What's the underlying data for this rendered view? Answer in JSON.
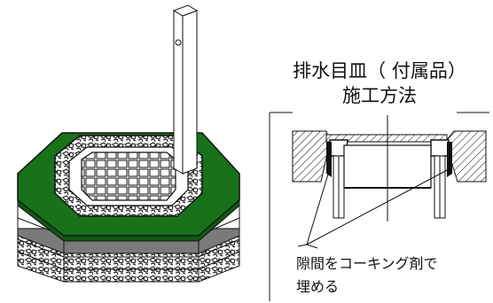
{
  "figure": {
    "title_line1": "排水目皿（ 付属品）",
    "title_line2": "施工方法",
    "annotation_line1": "隙間をコーキング剤で",
    "annotation_line2": "埋める"
  },
  "colors": {
    "green": "#17721a",
    "line": "#111111",
    "white": "#ffffff",
    "gray_band": "#7a7a7a"
  },
  "icons": [
    "octagonal-drain-base",
    "drain-cover-cross-section"
  ]
}
